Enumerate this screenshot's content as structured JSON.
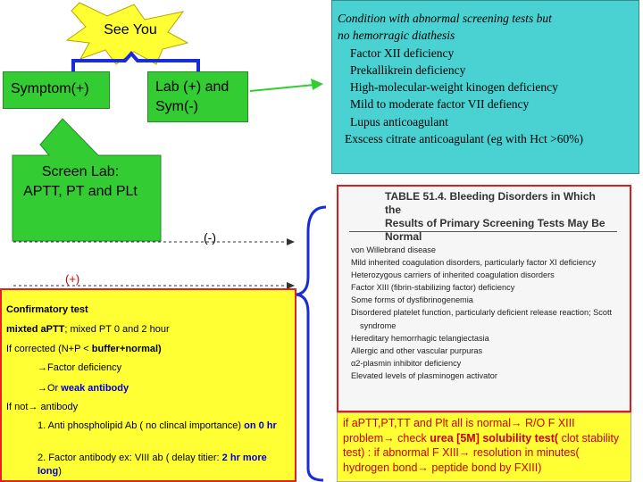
{
  "see_you": "See You",
  "symptom_box": "Symptom(+)",
  "lab_box": {
    "line1": "Lab (+) and",
    "line2": "Sym(-)"
  },
  "screen_lab": {
    "line1": "Screen Lab:",
    "line2": "APTT, PT and PLt"
  },
  "neg_label": "(-)",
  "pos_label": "(+)",
  "condition_box": {
    "header_line1": "Condition with abnormal screening tests but",
    "header_line2": "no hemorragic diathesis",
    "items": [
      "Factor XII deficiency",
      "Prekallikrein deficiency",
      "High-molecular-weight kinogen deficiency",
      "Mild to moderate factor VII defiency",
      "Lupus anticoagulant",
      "Exscess citrate anticoagulant (eg with Hct >60%)"
    ]
  },
  "table": {
    "title_line1": "TABLE 51.4.  Bleeding Disorders in Which the",
    "title_line2": "Results of Primary Screening Tests May Be Normal",
    "rows": [
      "von Willebrand disease",
      "Mild inherited coagulation disorders, particularly factor XI deficiency",
      "Heterozygous carriers of inherited coagulation disorders",
      "Factor XIII (fibrin-stabilizing factor) deficiency",
      "Some forms of dysfibrinogenemia",
      "Disordered platelet function, particularly deficient release reaction; Scott",
      "syndrome",
      "Hereditary hemorrhagic telangiectasia",
      "Allergic and other vascular purpuras",
      "α2-plasmin inhibitor deficiency",
      "Elevated levels of plasminogen activator"
    ]
  },
  "confirm_box": {
    "title": "Confirmatory test",
    "mixed_a": "mixted aPTT",
    "mixed_b": "; mixed PT 0 and 2 hour",
    "corrected_a": "If corrected (N+P  <",
    "corrected_b": "buffer+normal)",
    "factor": "Factor deficiency",
    "or_a": "Or",
    "or_b": "weak antibody",
    "if_not": "If not",
    "if_not_b": "antibody",
    "item1_a": "1. Anti phospholipid Ab ( no clincal importance)",
    "item1_b": "on 0 hr",
    "item2_a": "2. Factor antibody ex: VIII ab ( delay titier:",
    "item2_b": "2 hr more",
    "item2_c": "long",
    "item2_d": ")"
  },
  "normal_box": {
    "part1": "if aPTT,PT,TT and Plt all is normal",
    "part2": "R/O F XIII problem",
    "part3": "check",
    "part4": "urea [5M] solubility test(",
    "part5": "clot stability test) : if abnormal F XIII",
    "part6": "resolution in minutes( hydrogen bond",
    "part7": "peptide bond by FXIII)"
  },
  "colors": {
    "green": "#33cc33",
    "cyan": "#4ad1d1",
    "yellow": "#ffff33",
    "red": "#d32020",
    "blue": "#0000cc"
  }
}
